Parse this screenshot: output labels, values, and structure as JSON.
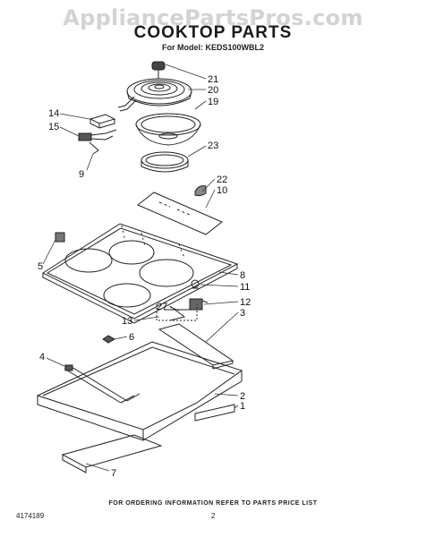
{
  "watermark": "AppliancePartsPros.com",
  "title": "COOKTOP PARTS",
  "model_line": "For Model: KEDS100WBL2",
  "callouts": [
    "21",
    "20",
    "19",
    "14",
    "15",
    "23",
    "9",
    "22",
    "10",
    "5",
    "8",
    "11",
    "12",
    "3",
    "27",
    "13",
    "6",
    "4",
    "2",
    "1",
    "7"
  ],
  "footer": {
    "ordering_note": "FOR ORDERING INFORMATION REFER TO PARTS PRICE LIST",
    "doc_number": "4174189",
    "page": "2"
  }
}
